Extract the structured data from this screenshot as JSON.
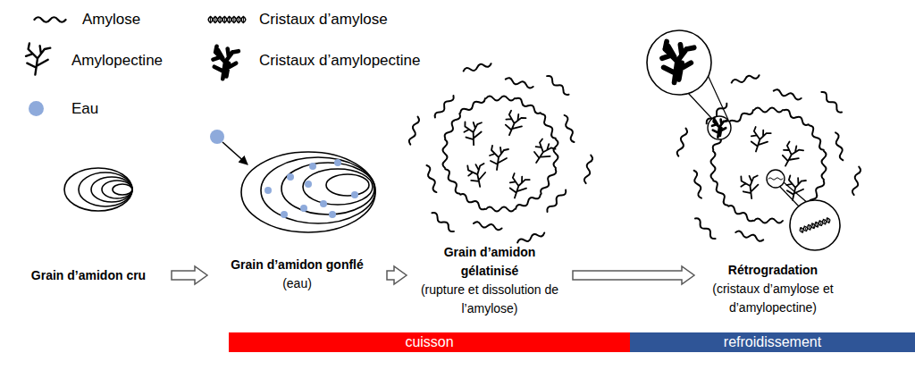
{
  "diagram": {
    "nodes": [
      {
        "text": [
          "Grain d’amidon cru"
        ]
      },
      {
        "text": [
          "Grain d’amidon gonflé",
          "(eau)"
        ]
      },
      {
        "text": [
          "Grain d’amidon gélatinisé",
          "(rupture et dissolution de l’amylose)"
        ]
      },
      {
        "text": [
          "Rétrogradation",
          "(cristaux d’amylose et d’amylopectine)"
        ]
      },
      {
        "text": [
          "cuisson"
        ]
      },
      {
        "text": [
          "refroidissement"
        ]
      }
    ],
    "edges": [
      {
        "from": 0,
        "to": 1,
        "arrow": "to"
      },
      {
        "from": 1,
        "to": 2,
        "arrow": "to"
      },
      {
        "from": 2,
        "to": 3,
        "arrow": "to"
      }
    ],
    "legend": [
      {
        "text": "Amylose"
      },
      {
        "text": "Amylopectine"
      },
      {
        "text": "Eau",
        "color": "#8eaadb"
      },
      {
        "text": "Cristaux d’amylose"
      },
      {
        "text": "Cristaux d’amylopectine"
      }
    ]
  }
}
